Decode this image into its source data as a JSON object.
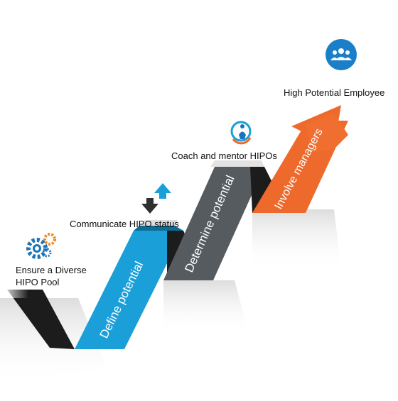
{
  "steps": [
    {
      "label": "Ensure a Diverse",
      "label2": "HIPO Pool",
      "icon": "gears-icon"
    },
    {
      "label": "Communicate HIPO status",
      "icon": "up-down-arrows-icon"
    },
    {
      "label": "Coach and mentor HIPOs",
      "icon": "person-icon"
    },
    {
      "label": "High Potential Employee",
      "icon": "group-icon"
    }
  ],
  "ribbon": [
    {
      "text": "Define potential",
      "color": "#1a9fd8"
    },
    {
      "text": "Determine potential",
      "color": "#555a5f"
    },
    {
      "text": "Involve managers",
      "color": "#ee6a2c"
    }
  ],
  "colors": {
    "blue": "#1a9fd8",
    "dark": "#2b2b2b",
    "orange": "#ee6a2c",
    "gear_blue": "#1b74b8",
    "gear_orange": "#f08a24"
  }
}
